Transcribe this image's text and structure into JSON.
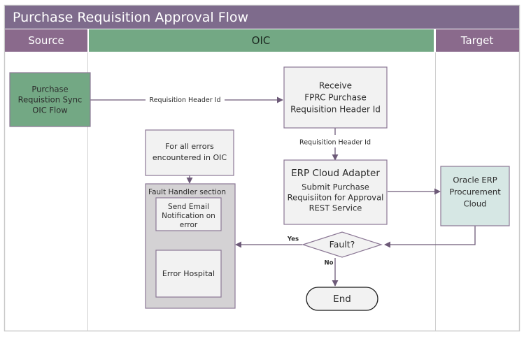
{
  "diagram": {
    "title": "Purchase Requisition Approval Flow",
    "type": "flowchart",
    "colors": {
      "title_bar": "#7E6B8C",
      "lane_header_purple": "#8A6A8C",
      "lane_header_green": "#73A884",
      "source_node_fill": "#73A884",
      "process_fill": "#F2F2F2",
      "group_fill": "#D4D2D4",
      "target_fill": "#D6E7E4",
      "target_text": "#2F6B6B",
      "connector": "#6D5A78",
      "border": "#8B7795"
    },
    "lanes": [
      {
        "name": "source",
        "label": "Source",
        "style": "purple"
      },
      {
        "name": "oic",
        "label": "OIC",
        "style": "green"
      },
      {
        "name": "target",
        "label": "Target",
        "style": "purple"
      }
    ],
    "nodes": {
      "source_flow": {
        "shape": "rectangle",
        "lane": "source",
        "lines": [
          "Purchase",
          "Requistion Sync",
          "OIC Flow"
        ]
      },
      "receive": {
        "shape": "rectangle",
        "lane": "oic",
        "lines": [
          "Receive",
          "FPRC Purchase",
          "Requisition Header Id"
        ]
      },
      "erp_adapter": {
        "shape": "rectangle",
        "lane": "oic",
        "heading": "ERP Cloud Adapter",
        "lines": [
          "Submit Purchase",
          "Requisiiton for Approval",
          "REST Service"
        ]
      },
      "all_errors": {
        "shape": "rectangle",
        "lane": "oic",
        "lines": [
          "For all errors",
          "encountered in OIC"
        ]
      },
      "fault_handler_group": {
        "shape": "group",
        "lane": "oic",
        "label": "Fault Handler section"
      },
      "send_email": {
        "shape": "rectangle",
        "lane": "oic",
        "lines": [
          "Send Email",
          "Notification on",
          "error"
        ]
      },
      "error_hospital": {
        "shape": "rectangle",
        "lane": "oic",
        "lines": [
          "Error Hospital"
        ]
      },
      "fault_decision": {
        "shape": "diamond",
        "lane": "oic",
        "lines": [
          "Fault?"
        ]
      },
      "end_node": {
        "shape": "terminator",
        "lane": "oic",
        "lines": [
          "End"
        ]
      },
      "oracle_erp": {
        "shape": "rectangle",
        "lane": "target",
        "lines": [
          "Oracle ERP",
          "Procurement",
          "Cloud"
        ]
      }
    },
    "edges": [
      {
        "from": "source_flow",
        "to": "receive",
        "label": "Requisition Header Id"
      },
      {
        "from": "receive",
        "to": "erp_adapter",
        "label": "Requisition Header Id"
      },
      {
        "from": "erp_adapter",
        "to": "oracle_erp",
        "label": ""
      },
      {
        "from": "oracle_erp",
        "to": "fault_decision",
        "label": ""
      },
      {
        "from": "fault_decision",
        "to": "fault_handler_group",
        "label": "Yes"
      },
      {
        "from": "fault_decision",
        "to": "end_node",
        "label": "No"
      },
      {
        "from": "all_errors",
        "to": "fault_handler_group",
        "label": ""
      },
      {
        "from": "send_email",
        "to": "error_hospital",
        "label": ""
      }
    ]
  }
}
